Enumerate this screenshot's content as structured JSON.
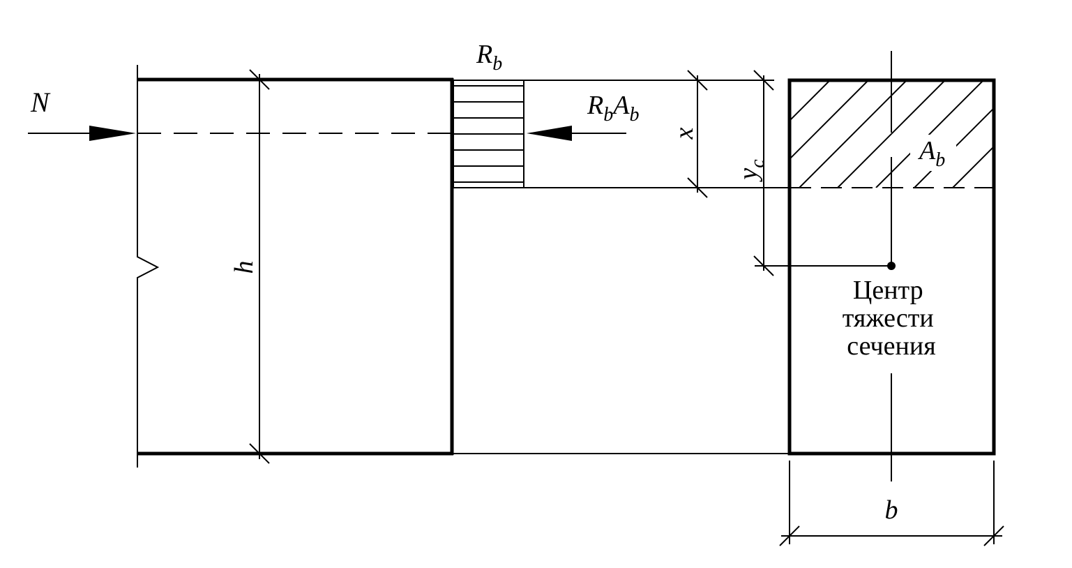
{
  "labels": {
    "force_n": "N",
    "stress_r": "R",
    "stress_r_sub": "b",
    "resultant_r": "R",
    "resultant_r_sub": "b",
    "resultant_a": "A",
    "resultant_a_sub": "b",
    "height_h": "h",
    "depth_x": "x",
    "centroid_y": "y",
    "centroid_y_sub": "c",
    "area_a": "A",
    "area_a_sub": "b",
    "width_b": "b",
    "centroid_caption": [
      "Центр",
      "тяжести",
      "сечения"
    ]
  },
  "colors": {
    "ink": "#000000",
    "paper": "#ffffff"
  }
}
